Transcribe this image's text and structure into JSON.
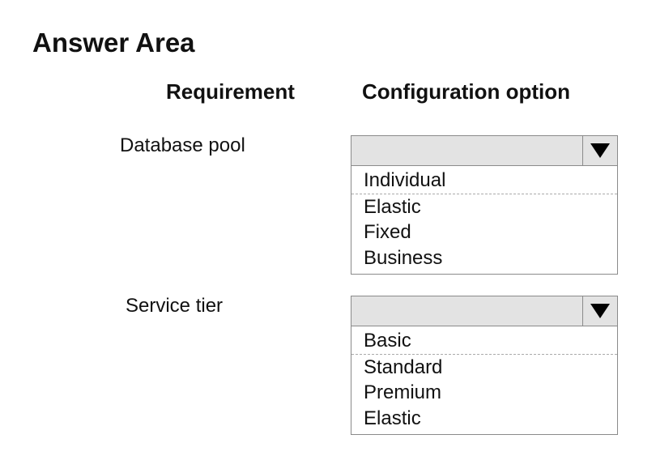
{
  "title": "Answer Area",
  "headers": {
    "requirement": "Requirement",
    "configuration": "Configuration option"
  },
  "rows": [
    {
      "label": "Database pool",
      "options": [
        "Individual",
        "Elastic",
        "Fixed",
        "Business"
      ]
    },
    {
      "label": "Service tier",
      "options": [
        "Basic",
        "Standard",
        "Premium",
        "Elastic"
      ]
    }
  ]
}
